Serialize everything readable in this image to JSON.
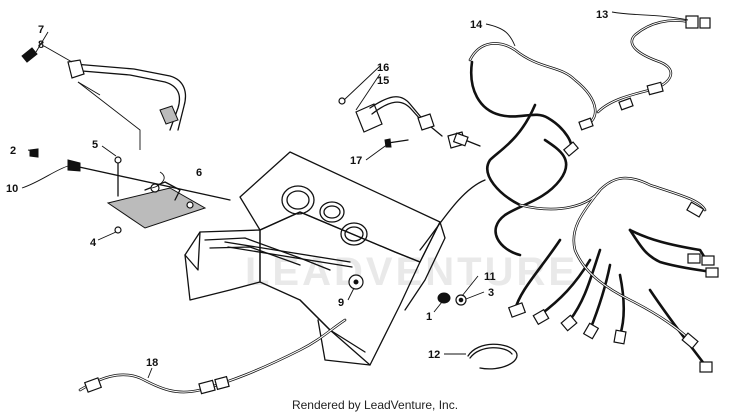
{
  "diagram": {
    "watermark": "LEADVENTURE",
    "credit": "Rendered by LeadVenture, Inc.",
    "callouts": {
      "c1": "1",
      "c2": "2",
      "c3": "3",
      "c4": "4",
      "c5": "5",
      "c6": "6",
      "c7": "7",
      "c8": "8",
      "c9": "9",
      "c10": "10",
      "c11": "11",
      "c12": "12",
      "c13": "13",
      "c14": "14",
      "c15": "15",
      "c16": "16",
      "c17": "17",
      "c18": "18"
    }
  }
}
